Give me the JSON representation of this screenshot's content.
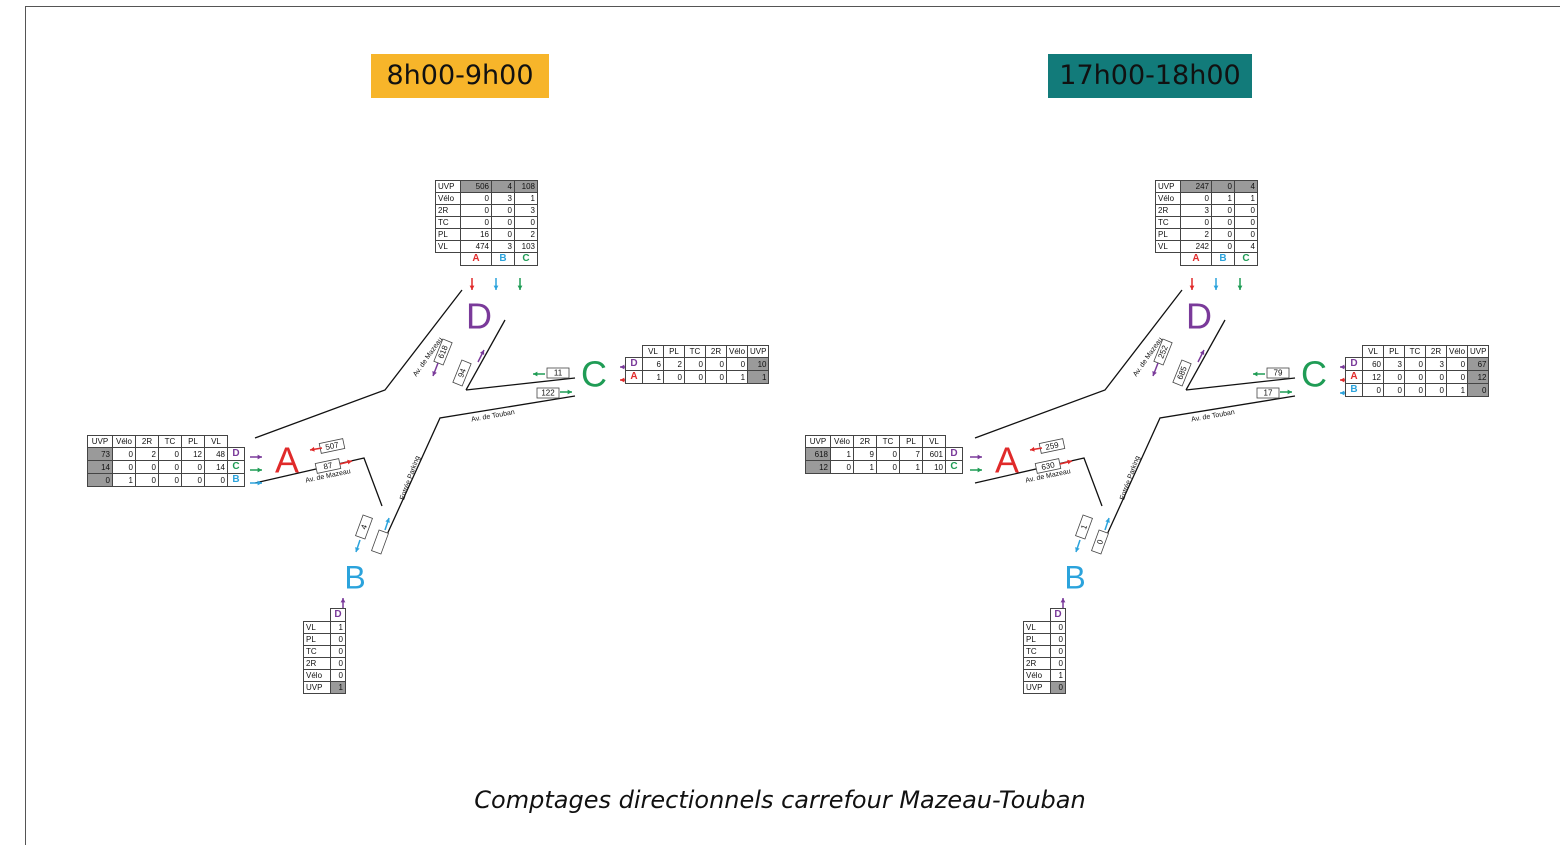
{
  "colors": {
    "A": "#e02a2a",
    "B": "#2ba3dc",
    "C": "#1f9c55",
    "D": "#7a3a9a",
    "morning": "#f7b52a",
    "evening": "#127b7a",
    "uvp_fill": "#9a9a9a"
  },
  "caption": "Comptages directionnels carrefour Mazeau-Touban",
  "streets": {
    "mazeau": "Av. de Mazeau",
    "touban": "Av. de Touban",
    "parking": "Entrée Parking"
  },
  "letters": {
    "A": "A",
    "B": "B",
    "C": "C",
    "D": "D"
  },
  "morning": {
    "period": "8h00-9h00",
    "tableD": {
      "header": [
        "A",
        "B",
        "C"
      ],
      "rows": [
        {
          "label": "UVP",
          "values": [
            "506",
            "4",
            "108"
          ]
        },
        {
          "label": "Vélo",
          "values": [
            "0",
            "3",
            "1"
          ]
        },
        {
          "label": "2R",
          "values": [
            "0",
            "0",
            "3"
          ]
        },
        {
          "label": "TC",
          "values": [
            "0",
            "0",
            "0"
          ]
        },
        {
          "label": "PL",
          "values": [
            "16",
            "0",
            "2"
          ]
        },
        {
          "label": "VL",
          "values": [
            "474",
            "3",
            "103"
          ]
        }
      ]
    },
    "tableA": {
      "columns": [
        "UVP",
        "Vélo",
        "2R",
        "TC",
        "PL",
        "VL"
      ],
      "rows": [
        {
          "dest": "D",
          "values": [
            "73",
            "0",
            "2",
            "0",
            "12",
            "48"
          ]
        },
        {
          "dest": "C",
          "values": [
            "14",
            "0",
            "0",
            "0",
            "0",
            "14"
          ]
        },
        {
          "dest": "B",
          "values": [
            "0",
            "1",
            "0",
            "0",
            "0",
            "0"
          ]
        }
      ]
    },
    "tableC": {
      "columns": [
        "VL",
        "PL",
        "TC",
        "2R",
        "Vélo",
        "UVP"
      ],
      "rows": [
        {
          "dest": "D",
          "values": [
            "6",
            "2",
            "0",
            "0",
            "0",
            "10"
          ]
        },
        {
          "dest": "A",
          "values": [
            "1",
            "0",
            "0",
            "0",
            "1",
            "1"
          ]
        }
      ]
    },
    "tableB": {
      "header": "D",
      "rows": [
        {
          "label": "VL",
          "value": "1"
        },
        {
          "label": "PL",
          "value": "0"
        },
        {
          "label": "TC",
          "value": "0"
        },
        {
          "label": "2R",
          "value": "0"
        },
        {
          "label": "Vélo",
          "value": "0"
        },
        {
          "label": "UVP",
          "value": "1"
        }
      ]
    },
    "counts": {
      "A_in": "507",
      "A_out": "87",
      "C_in": "11",
      "C_out": "122",
      "D_in": "618",
      "D_out": "94",
      "B_in": "4",
      "B_out": ""
    }
  },
  "evening": {
    "period": "17h00-18h00",
    "tableD": {
      "header": [
        "A",
        "B",
        "C"
      ],
      "rows": [
        {
          "label": "UVP",
          "values": [
            "247",
            "0",
            "4"
          ]
        },
        {
          "label": "Vélo",
          "values": [
            "0",
            "1",
            "1"
          ]
        },
        {
          "label": "2R",
          "values": [
            "3",
            "0",
            "0"
          ]
        },
        {
          "label": "TC",
          "values": [
            "0",
            "0",
            "0"
          ]
        },
        {
          "label": "PL",
          "values": [
            "2",
            "0",
            "0"
          ]
        },
        {
          "label": "VL",
          "values": [
            "242",
            "0",
            "4"
          ]
        }
      ]
    },
    "tableA": {
      "columns": [
        "UVP",
        "Vélo",
        "2R",
        "TC",
        "PL",
        "VL"
      ],
      "rows": [
        {
          "dest": "D",
          "values": [
            "618",
            "1",
            "9",
            "0",
            "7",
            "601"
          ]
        },
        {
          "dest": "C",
          "values": [
            "12",
            "0",
            "1",
            "0",
            "1",
            "10"
          ]
        }
      ]
    },
    "tableC": {
      "columns": [
        "VL",
        "PL",
        "TC",
        "2R",
        "Vélo",
        "UVP"
      ],
      "rows": [
        {
          "dest": "D",
          "values": [
            "60",
            "3",
            "0",
            "3",
            "0",
            "67"
          ]
        },
        {
          "dest": "A",
          "values": [
            "12",
            "0",
            "0",
            "0",
            "0",
            "12"
          ]
        },
        {
          "dest": "B",
          "values": [
            "0",
            "0",
            "0",
            "0",
            "1",
            "0"
          ]
        }
      ]
    },
    "tableB": {
      "header": "D",
      "rows": [
        {
          "label": "VL",
          "value": "0"
        },
        {
          "label": "PL",
          "value": "0"
        },
        {
          "label": "TC",
          "value": "0"
        },
        {
          "label": "2R",
          "value": "0"
        },
        {
          "label": "Vélo",
          "value": "1"
        },
        {
          "label": "UVP",
          "value": "0"
        }
      ]
    },
    "counts": {
      "A_in": "259",
      "A_out": "630",
      "C_in": "79",
      "C_out": "17",
      "D_in": "252",
      "D_out": "685",
      "B_in": "1",
      "B_out": "0"
    }
  }
}
